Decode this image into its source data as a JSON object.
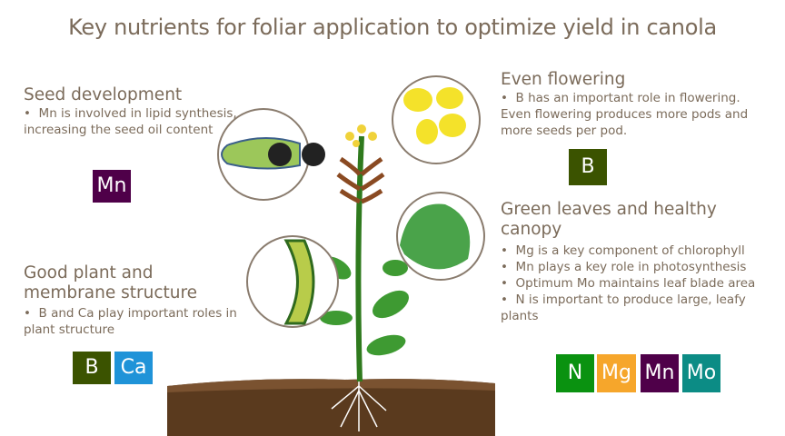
{
  "title": "Key nutrients for foliar application to optimize yield in canola",
  "colors": {
    "B": "#3b5300",
    "Ca": "#1f93d8",
    "Mn": "#4f0049",
    "N": "#0a9210",
    "Mg": "#f6a62b",
    "Mo": "#0c8c85",
    "text": "#7b6b5a"
  },
  "sections": {
    "seed": {
      "heading": "Seed development",
      "bullets": [
        "Mn is involved in lipid synthesis, increasing the seed oil content"
      ],
      "badges": [
        "Mn"
      ]
    },
    "structure": {
      "heading_1": "Good plant and",
      "heading_2": "membrane structure",
      "bullets": [
        "B and Ca play important roles in plant structure"
      ],
      "badges": [
        "B",
        "Ca"
      ]
    },
    "flowering": {
      "heading": "Even flowering",
      "bullets": [
        "B has an important role in flowering. Even flowering produces more pods and more seeds per pod."
      ],
      "badges": [
        "B"
      ]
    },
    "leaves": {
      "heading_1": "Green leaves and healthy",
      "heading_2": "canopy",
      "bullets": [
        "Mg is a key component of chlorophyll",
        "Mn plays a key role in photosynthesis",
        "Optimum Mo maintains leaf blade area",
        "N is important to produce large, leafy plants"
      ],
      "badges": [
        "N",
        "Mg",
        "Mn",
        "Mo"
      ]
    }
  }
}
